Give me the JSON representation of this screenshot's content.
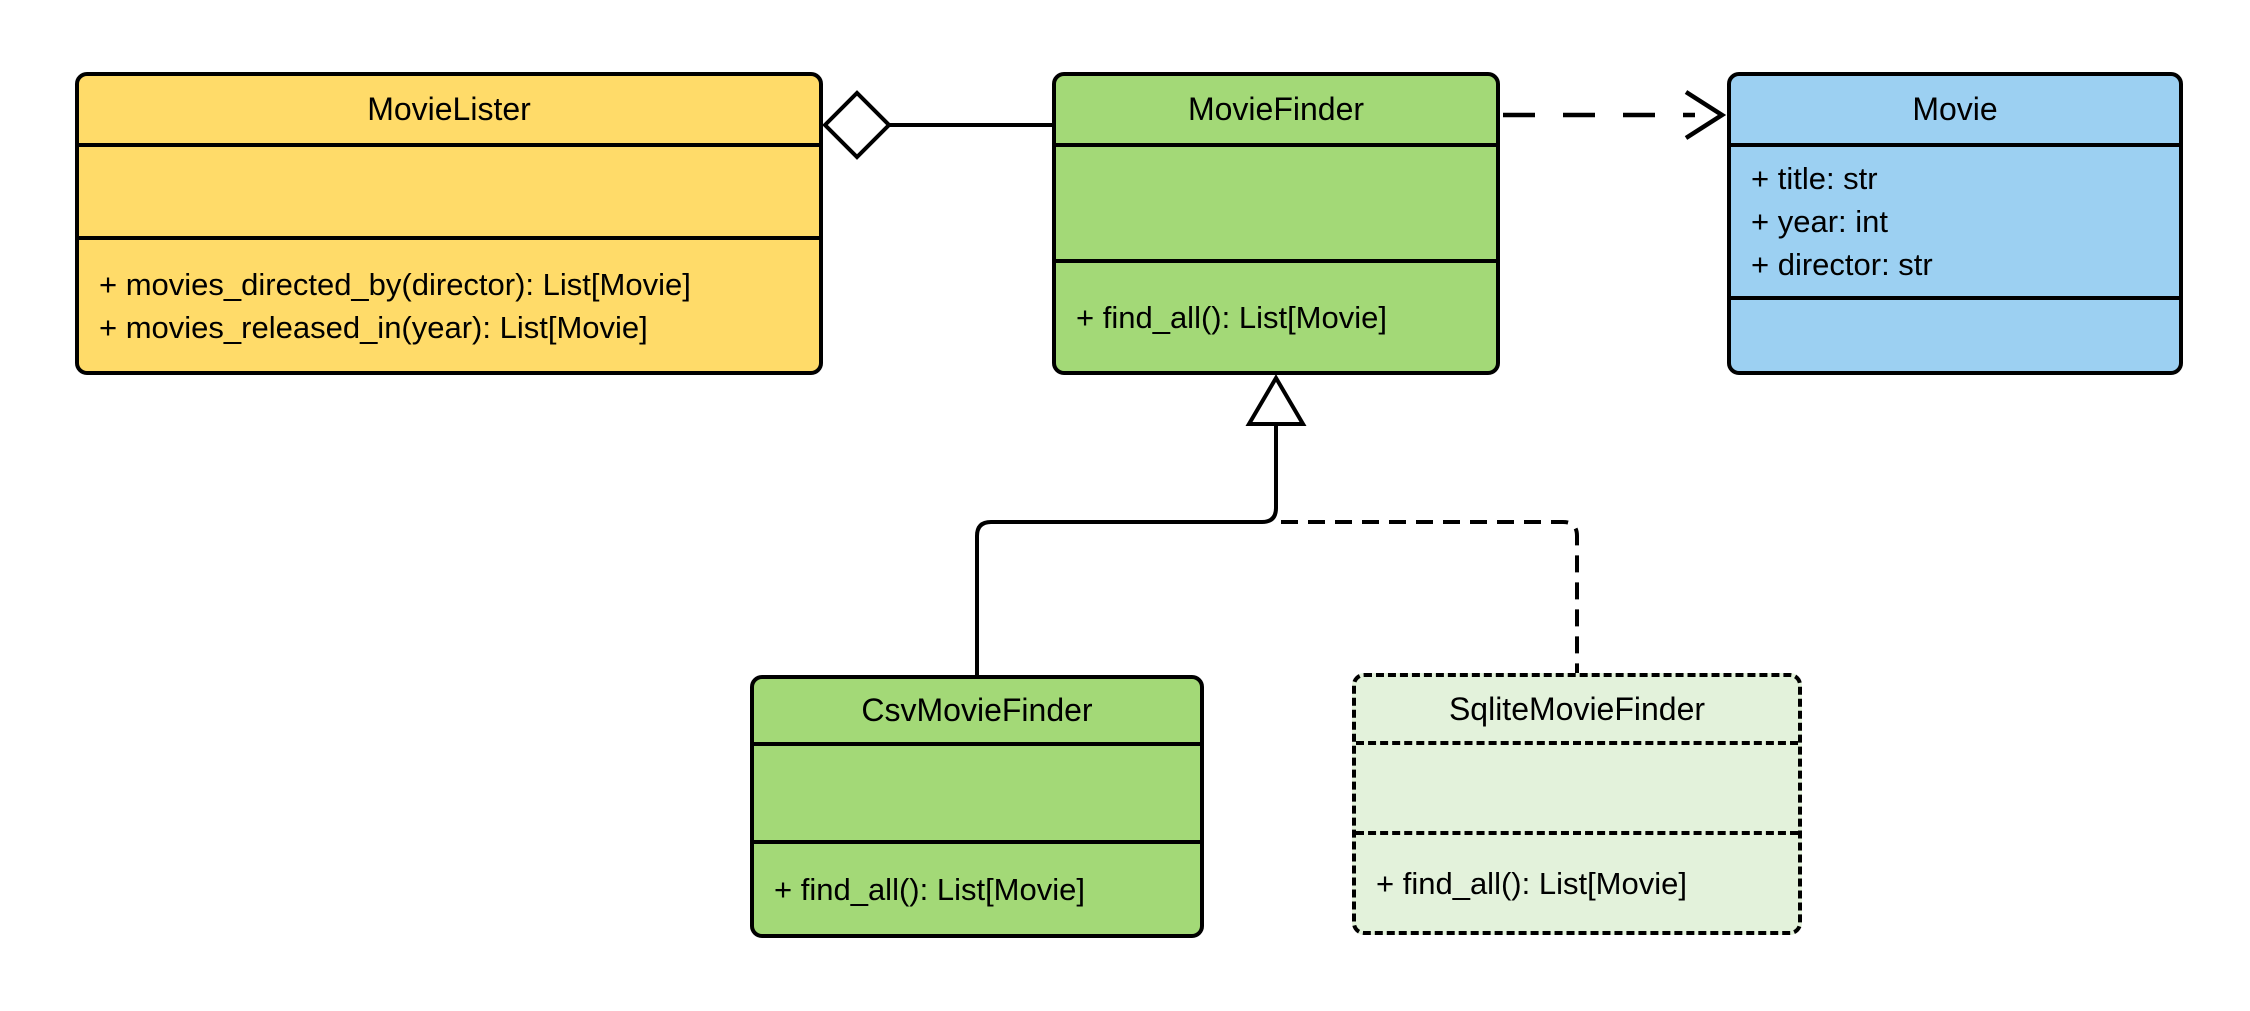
{
  "diagram_type": "uml-class-diagram",
  "colors": {
    "yellow": "#FFDB69",
    "green": "#A3D977",
    "blue": "#9CD0F2",
    "pale_green": "#E3F2DB",
    "stroke": "#000000",
    "background": "#FFFFFF"
  },
  "classes": [
    {
      "name": "MovieLister",
      "attributes": [],
      "methods": [
        "+ movies_directed_by(director): List[Movie]",
        "+ movies_released_in(year): List[Movie]"
      ]
    },
    {
      "name": "MovieFinder",
      "attributes": [],
      "methods": [
        "+ find_all(): List[Movie]"
      ]
    },
    {
      "name": "Movie",
      "attributes": [
        "+ title: str",
        "+ year: int",
        "+ director: str"
      ],
      "methods": []
    },
    {
      "name": "CsvMovieFinder",
      "attributes": [],
      "methods": [
        "+ find_all(): List[Movie]"
      ]
    },
    {
      "name": "SqliteMovieFinder",
      "attributes": [],
      "methods": [
        "+ find_all(): List[Movie]"
      ]
    }
  ],
  "relationships": [
    {
      "type": "aggregation",
      "from": "MovieLister",
      "to": "MovieFinder",
      "line": "solid"
    },
    {
      "type": "dependency",
      "from": "MovieFinder",
      "to": "Movie",
      "line": "dashed"
    },
    {
      "type": "generalization",
      "from": "CsvMovieFinder",
      "to": "MovieFinder",
      "line": "solid"
    },
    {
      "type": "generalization",
      "from": "SqliteMovieFinder",
      "to": "MovieFinder",
      "line": "dashed"
    }
  ]
}
